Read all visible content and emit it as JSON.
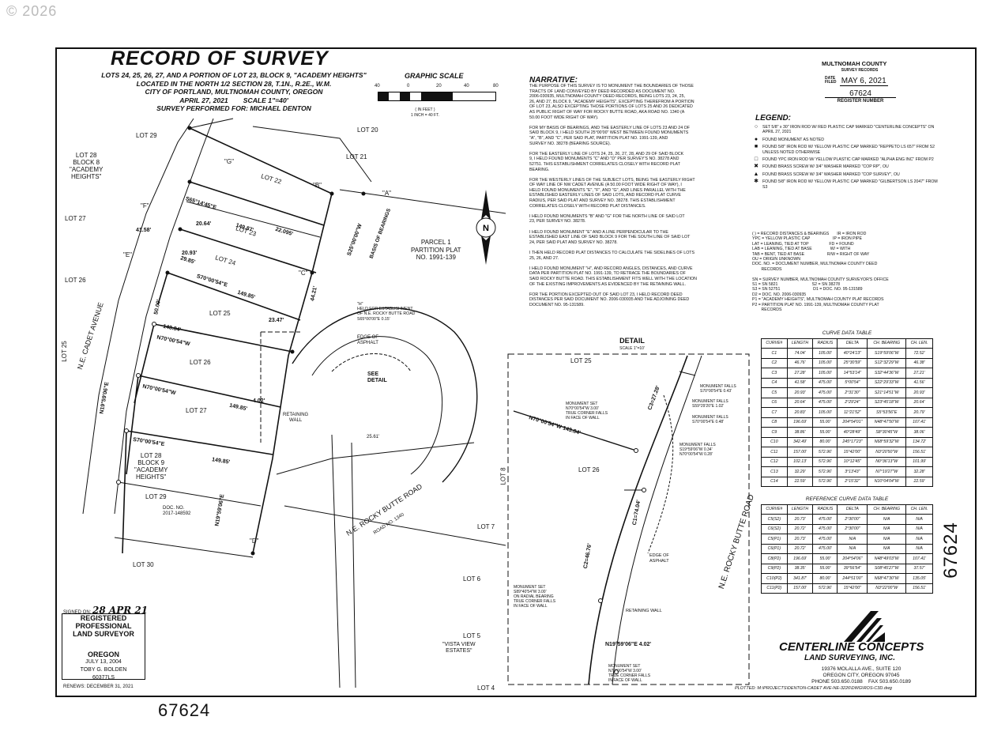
{
  "copyright": "© 2026",
  "header": {
    "title": "RECORD OF SURVEY",
    "subtitle": "LOTS 24, 25, 26, 27, AND A PORTION OF LOT 23, BLOCK 9, \"ACADEMY HEIGHTS\"\nLOCATED IN THE NORTH 1/2 SECTION 28, T.1N., R.2E., W.M.\nCITY OF PORTLAND, MULTNOMAH COUNTY, OREGON\nAPRIL 27, 2021        SCALE 1\"=40'\nSURVEY PERFORMED FOR: MICHAEL DENTON"
  },
  "graphic_scale": {
    "title": "GRAPHIC SCALE",
    "ticks": [
      "40",
      "0",
      "20",
      "40",
      "80"
    ],
    "note": "( IN FEET )\n1 INCH = 40 FT."
  },
  "narrative": {
    "title": "NARRATIVE:",
    "text": "THE PURPOSE OF THIS SURVEY IS TO MONUMENT THE BOUNDARIES OF THOSE\nTRACTS OF LAND CONVEYED BY DEED RECORDED AS DOCUMENT NO.\n2006-030935, MULTNOMAH COUNTY DEED RECORDS, BEING LOTS 23, 24, 25,\n26, AND 27, BLOCK 9, \"ACADEMY HEIGHTS\", EXCEPTING THEREFROM A PORTION\nOF LOT 23, ALSO EXCEPTING THOSE PORTIONS OF LOTS 25 AND 26 DEDICATED\nAS PUBLIC RIGHT OF WAY FOR ROCKY BUTTE ROAD, AKA ROAD NO. 1340 (A\n50.00 FOOT WIDE RIGHT OF WAY).\n\nFOR MY BASIS OF BEARINGS, AND THE EASTERLY LINE OF LOTS 23 AND 24 OF\nSAID BLOCK 9, I HELD SOUTH 25°00'00\" WEST BETWEEN FOUND MONUMENTS\n\"A\", \"B\", AND \"C\", PER SAID PLAT, PARTITION PLAT NO. 1991-139, AND\nSURVEY NO. 38278 (BEARING SOURCE).\n\nFOR THE EASTERLY LINE OF LOTS 24, 25, 26, 27, 28, AND 29 OF SAID BLOCK\n9, I HELD FOUND MONUMENTS \"C\" AND \"D\" PER SURVEY'S NO. 38278 AND\n52751. THIS ESTABLISHMENT CORRELATES CLOSELY WITH RECORD PLAT\nBEARING.\n\nFOR THE WESTERLY LINES OF THE SUBJECT LOTS, BEING THE EASTERLY RIGHT\nOF WAY LINE OF NW CADET AVENUE (A 50.00 FOOT WIDE RIGHT OF WAY), I\nHELD FOUND MONUMENTS \"E\", \"F\", AND \"G\", AND LINES PARALLEL WITH THE\nESTABLISHED EASTERLY LINES OF SAID LOTS, AND RECORD PLAT CURVE\nRADIUS, PER SAID PLAT AND SURVEY NO. 38278. THIS ESTABLISHMENT\nCORRELATES CLOSELY WITH RECORD PLAT DISTANCES.\n\nI HELD FOUND MONUMENTS \"B\" AND \"G\" FOR THE NORTH LINE OF SAID LOT\n23, PER SURVEY NO. 38278.\n\nI HELD FOUND MONUMENT \"E\" AND A LINE PERPENDICULAR TO THE\nESTABLISHED EAST LINE OF SAID BLOCK 9 FOR THE SOUTH LINE OF SAID LOT\n24, PER SAID PLAT AND SURVEY NO. 38278.\n\nI THEN HELD RECORD PLAT DISTANCES TO CALCULATE THE SIDELINES OF LOTS\n25, 26, AND 27.\n\nI HELD FOUND MONUMENT \"H\", AND RECORD ANGLES, DISTANCES, AND CURVE\nDATA PER PARTITION PLAT NO. 1991-139, TO RETRACE THE BOUNDARIES OF\nSAID ROCKY BUTTE ROAD. THIS ESTABLISHMENT FITS WELL WITH THE LOCATION\nOF THE EXISTING IMPROVEMENTS AS EVIDENCED BY THE RETAINING WALL.\n\nFOR THE PORTION EXCEPTED OUT OF SAID LOT 23, I HELD RECORD DEED\nDISTANCES PER SAID DOCUMENT NO. 2006-030935 AND THE ADJOINING DEED\nDOCUMENT NO. 95-131589."
  },
  "county_box": {
    "county": "MULTNOMAH COUNTY",
    "records": "SURVEY RECORDS",
    "date_label": "DATE FILED",
    "date": "MAY 6, 2021",
    "number": "67624",
    "number_label": "REGISTER NUMBER"
  },
  "legend": {
    "title": "LEGEND:",
    "items": [
      {
        "icon": "open-circle-icon",
        "symbol": "○",
        "text": "SET 5/8\" x 30\" IRON ROD W/ RED PLASTIC CAP MARKED \"CENTERLINE CONCEPTS\" ON APRIL 27, 2021"
      },
      {
        "icon": "filled-circle-icon",
        "symbol": "●",
        "text": "FOUND MONUMENT AS NOTED"
      },
      {
        "icon": "filled-square-icon",
        "symbol": "■",
        "text": "FOUND 5/8\" IRON ROD W/ YELLOW PLASTIC CAP MARKED \"REPPETO LS 657\" FROM S2 UNLESS NOTED OTHERWISE"
      },
      {
        "icon": "open-square-icon",
        "symbol": "□",
        "text": "FOUND YPC IRON ROD W/ YELLOW PLASTIC CAP MARKED \"ALPHA ENG INC\" FROM P2"
      },
      {
        "icon": "brass-screw-rp-icon",
        "symbol": "✖",
        "text": "FOUND BRASS SCREW W/ 3/4\" WASHER MARKED \"COP RP\", OU"
      },
      {
        "icon": "triangle-icon",
        "symbol": "▲",
        "text": "FOUND BRASS SCREW W/ 3/4\" WASHER MARKED \"COP SURVEY\", OU"
      },
      {
        "icon": "star-icon",
        "symbol": "✱",
        "text": "FOUND 5/8\" IRON ROD W/ YELLOW PLASTIC CAP MARKED \"GILBERTSON LS 2047\" FROM S3"
      }
    ],
    "abbreviations": "( ) = RECORD DISTANCES & BEARINGS       IR = IRON ROD\nYPC = YELLOW PLASTIC CAP                    IP = IRON PIPE\nLAT = LEANING, TIED AT TOP                  FD = FOUND\nLAB = LEANING, TIED AT BASE                W/ = WITH\nTAB = BENT, TIED AT BASE                    R/W = RIGHT OF WAY\nOU = ORIGIN UNKNOWN\nDOC. NO. = DOCUMENT NUMBER, MULTNOMAH COUNTY DEED\n        RECORDS\n\nSN = SURVEY NUMBER, MULTNOMAH COUNTY SURVEYOR'S OFFICE\nS1 = SN 5821                              S2 = SN 38278\nS3 = SN 52751                             D1 = DOC. NO. 95-131589\nD2 = DOC. NO. 2006-030935\nP1 = \"ACADEMY HEIGHTS\", MULTNOMAH COUNTY PLAT RECORDS\nP2 = PARTITION PLAT NO. 1991-139, MULTNOMAH COUNTY PLAT\n        RECORDS"
  },
  "curve_table": {
    "title": "CURVE DATA TABLE",
    "headers": [
      "CURVE#",
      "LENGTH",
      "RADIUS",
      "DELTA",
      "CH. BEARING",
      "CH. LEN."
    ],
    "rows": [
      [
        "C1",
        "74.04'",
        "105.00'",
        "40°24'13\"",
        "S19°59'06\"W",
        "72.52'"
      ],
      [
        "C2",
        "46.76'",
        "105.00'",
        "25°30'59\"",
        "S12°32'29\"W",
        "46.38'"
      ],
      [
        "C3",
        "27.28'",
        "105.00'",
        "14°53'14\"",
        "S32°44'36\"W",
        "27.21'"
      ],
      [
        "C4",
        "41.58'",
        "475.00'",
        "5°00'54\"",
        "S22°29'33\"W",
        "41.56'"
      ],
      [
        "C5",
        "20.93'",
        "475.00'",
        "2°31'30\"",
        "S21°14'51\"W",
        "20.93'"
      ],
      [
        "C6",
        "20.64'",
        "475.00'",
        "2°29'24\"",
        "S23°45'18\"W",
        "20.64'"
      ],
      [
        "C7",
        "20.83'",
        "105.00'",
        "11°21'52\"",
        "S5°53'56\"E",
        "20.79'"
      ],
      [
        "C8",
        "196.69'",
        "55.00'",
        "204°54'01\"",
        "N48°47'50\"W",
        "107.41'"
      ],
      [
        "C9",
        "38.86'",
        "55.00'",
        "40°28'49\"",
        "S8°30'45\"W",
        "38.06'"
      ],
      [
        "C10",
        "342.49'",
        "80.00'",
        "245°17'23\"",
        "N68°59'32\"W",
        "134.72'"
      ],
      [
        "C11",
        "157.00'",
        "572.96'",
        "15°42'00\"",
        "N3°20'50\"W",
        "156.51'"
      ],
      [
        "C12",
        "102.13'",
        "572.96'",
        "10°12'45\"",
        "N0°36'13\"W",
        "101.99'"
      ],
      [
        "C13",
        "32.29'",
        "572.96'",
        "3°13'43\"",
        "N7°19'27\"W",
        "32.28'"
      ],
      [
        "C14",
        "22.59'",
        "572.96'",
        "2°15'32\"",
        "N10°04'04\"W",
        "22.59'"
      ]
    ]
  },
  "ref_table": {
    "title": "REFERENCE CURVE DATA TABLE",
    "headers": [
      "CURVE#",
      "LENGTH",
      "RADIUS",
      "DELTA",
      "CH. BEARING",
      "CH. LEN."
    ],
    "rows": [
      [
        "C5(S2)",
        "20.73'",
        "475.00'",
        "2°30'00\"",
        "N/A",
        "N/A"
      ],
      [
        "C6(S2)",
        "20.72'",
        "475.00'",
        "2°30'00\"",
        "N/A",
        "N/A"
      ],
      [
        "C5(P1)",
        "20.73'",
        "475.00'",
        "N/A",
        "N/A",
        "N/A"
      ],
      [
        "C6(P1)",
        "20.72'",
        "475.00'",
        "N/A",
        "N/A",
        "N/A"
      ],
      [
        "C8(P2)",
        "196.69'",
        "55.00'",
        "204°54'06\"",
        "N48°49'03\"W",
        "107.41'"
      ],
      [
        "C9(P2)",
        "38.35'",
        "55.00'",
        "39°56'54\"",
        "S08°45'27\"W",
        "37.57'"
      ],
      [
        "C10(P2)",
        "341.87'",
        "80.00'",
        "244°51'00\"",
        "N68°47'30\"W",
        "135.05'"
      ],
      [
        "C11(P2)",
        "157.00'",
        "572.96'",
        "15°42'00\"",
        "N3°22'00\"W",
        "156.51'"
      ]
    ]
  },
  "detail": {
    "title": "DETAIL",
    "scale": "SCALE 1\"=10'"
  },
  "plan": {
    "lots": [
      "LOT 29",
      "LOT 20",
      "LOT 21",
      "LOT 22",
      "LOT 23",
      "LOT 24",
      "LOT 25",
      "LOT 26",
      "LOT 27",
      "LOT 28",
      "LOT 29",
      "LOT 30",
      "LOT 27",
      "LOT 26",
      "LOT 25"
    ],
    "lot28_block": "LOT 28\nBLOCK 8\n\"ACADEMY\nHEIGHTS\"",
    "lot28_block9": "LOT 28\nBLOCK 9\n\"ACADEMY\nHEIGHTS\"",
    "parcel": "PARCEL 1\nPARTITION PLAT\nNO. 1991-139",
    "cadet": "N.E. CADET AVENUE",
    "rocky": "N.E. ROCKY BUTTE ROAD",
    "road_no": "ROAD NO. 1340",
    "basis": "BASIS OF BEARINGS",
    "see_detail": "SEE\nDETAIL",
    "retaining": "RETAINING\nWALL",
    "edge_asphalt": "EDGE OF\nASPHALT",
    "mons": [
      "\"A\"",
      "\"B\"",
      "\"C\"",
      "\"D\"",
      "\"E\"",
      "\"F\"",
      "\"G\"",
      "\"H\""
    ],
    "dims": [
      "149.85'",
      "149.87'",
      "143.84'",
      "149.85'",
      "149.85'",
      "22.095'",
      "23.47'",
      "29.85'",
      "50.00'",
      "44.21'",
      "41.58'",
      "20.64'",
      "20.93'",
      "4.02'",
      "25.61'"
    ],
    "bearings": [
      "S70°00'54\"E",
      "N70°00'54\"W",
      "N70°00'54\"W",
      "S70°00'54\"E",
      "S65°14'45\"E",
      "N19°59'06\"E",
      "N19°59'06\"E",
      "S25°00'00\"W"
    ],
    "doc_no": "DOC. NO.\n2017-148592",
    "held_h": "\"H\"\nHELD FOR ESTABLISHMENT\nOF N.E. ROCKY BUTTE ROAD\nS65°00'00\"E 0.15'"
  },
  "detail_plan": {
    "lots": [
      "LOT 25",
      "LOT 26",
      "LOT 8",
      "LOT 7",
      "LOT 6",
      "LOT 5",
      "LOT 4"
    ],
    "vista": "\"VISTA VIEW\nESTATES\"",
    "rocky": "N.E. ROCKY BUTTE ROAD",
    "line1": "N70°00'54\"W  143.84'",
    "bottom_bearing": "N19°59'06\"E 4.02'",
    "notes": [
      "MONUMENT SET\nN70°00'54\"W 3.00'\nTRUE CORNER FALLS\nIN FACE OF WALL",
      "MONUMENT FALLS\nS70°00'54\"E 0.43'",
      "MONUMENT FALLS\nS59°29'20\"E 1.02'",
      "MONUMENT FALLS\nS70°00'54\"E 0.48'",
      "MONUMENT FALLS\nS19°59'06\"W 0.34'\nN70°00'54\"W 0.28'",
      "MONUMENT SET\nS89°40'54\"W 3.00'\nON RADIAL BEARING\nTRUE CORNER FALLS\nIN FACE OF WALL",
      "MONUMENT SET\nN70°00'54\"W 3.00'\nTRUE CORNER FALLS\nIN FACE OF WALL"
    ],
    "retaining": "RETAINING WALL",
    "edge": "EDGE OF\nASPHALT",
    "c1": "C1=74.04'",
    "c2": "C2=46.76'",
    "c3": "C3=27.28'"
  },
  "surveyor": {
    "signed_label": "SIGNED ON:",
    "signed_date": "28 APR 21",
    "stamp_lines": [
      "REGISTERED",
      "PROFESSIONAL",
      "LAND SURVEYOR",
      "OREGON",
      "JULY 13, 2004",
      "TOBY G. BOLDEN",
      "60377LS"
    ],
    "renews": "RENEWS: DECEMBER 31, 2021"
  },
  "company": {
    "name": "CENTERLINE CONCEPTS",
    "sub": "LAND SURVEYING, INC.",
    "addr": "19376 MOLALLA AVE., SUITE 120\nOREGON CITY, OREGON 97045\nPHONE 503.650.0188    FAX 503.650.0189",
    "plotted": "PLOTTED: M:\\PROJECTS\\DENTON-CADET AVE-NE-3226\\DWG\\ROS-C3D.dwg"
  },
  "register_bottom": "67624",
  "register_side": "67624"
}
